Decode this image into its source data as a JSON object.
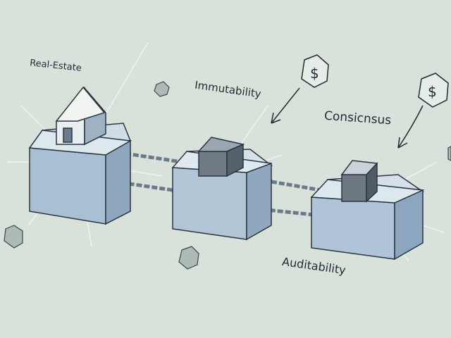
{
  "labels": {
    "real_estate": "Real-Estate",
    "immutability": "Immutability",
    "consensus": "Consicnsus",
    "auditability": "Auditability"
  },
  "coins": [
    "$",
    "$"
  ],
  "colors": {
    "background": "#d8e2db",
    "block": "#b9cadb",
    "ink": "#1f2a33"
  }
}
